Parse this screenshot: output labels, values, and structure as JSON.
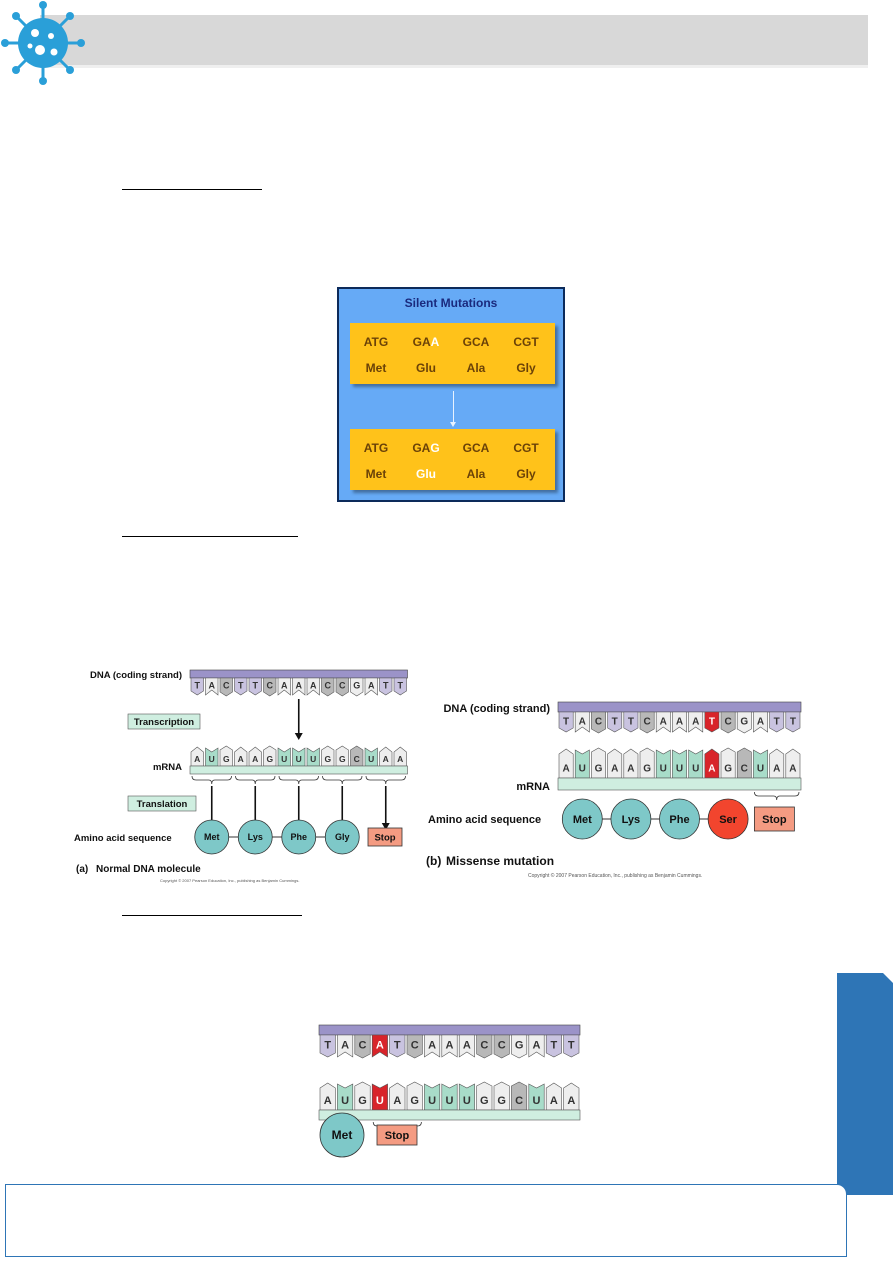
{
  "header": {
    "logo_icon": "virus-icon",
    "bar_color": "#d8d8d8"
  },
  "sections": [
    {
      "id": "silent",
      "heading": ""
    },
    {
      "id": "missense",
      "heading": ""
    },
    {
      "id": "nonsense",
      "heading": ""
    }
  ],
  "silent_figure": {
    "title": "Silent Mutations",
    "before": {
      "codons": [
        "ATG",
        "GAA",
        "GCA",
        "CGT"
      ],
      "amino_acids": [
        "Met",
        "Glu",
        "Ala",
        "Gly"
      ],
      "changed_base": "A"
    },
    "after": {
      "codons": [
        "ATG",
        "GAG",
        "GCA",
        "CGT"
      ],
      "amino_acids": [
        "Met",
        "Glu",
        "Ala",
        "Gly"
      ],
      "changed_base": "G"
    }
  },
  "normal_figure": {
    "dna_label": "DNA (coding strand)",
    "dna": "TACTTCAAACCGATT",
    "transcription_label": "Transcription",
    "mrna_label": "mRNA",
    "mrna": "AUGAAGUUUGGCUAA",
    "translation_label": "Translation",
    "amino_label": "Amino acid sequence",
    "amino_acids": [
      "Met",
      "Lys",
      "Phe",
      "Gly"
    ],
    "stop_label": "Stop",
    "caption_letter": "(a)",
    "caption": "Normal DNA molecule",
    "copyright": "Copyright © 2007 Pearson Education, Inc., publishing as Benjamin Cummings."
  },
  "missense_figure": {
    "dna_label": "DNA (coding strand)",
    "dna": "TACTTCAAATCGATT",
    "mutated_index": 9,
    "mrna_label": "mRNA",
    "mrna": "AUGAAGUUUAGCUAA",
    "amino_label": "Amino acid sequence",
    "amino_acids": [
      "Met",
      "Lys",
      "Phe",
      "Ser"
    ],
    "stop_label": "Stop",
    "caption_letter": "(b)",
    "caption": "Missense mutation",
    "copyright": "Copyright © 2007 Pearson Education, Inc., publishing as Benjamin Cummings."
  },
  "nonsense_figure": {
    "dna": "TACATCAAACCGATT",
    "mutated_index": 3,
    "mrna": "AUGUAGUUUGGCUAA",
    "amino_acids": [
      "Met"
    ],
    "stop_label": "Stop"
  },
  "colors": {
    "purple_base": "#c9c3e0",
    "green_base": "#a8dcc9",
    "gray_base": "#b8b8b8",
    "light_base": "#eeeeee",
    "mutation_red": "#d8242a",
    "amino_teal": "#7ec8c8",
    "stop_salmon": "#f49b82",
    "label_green": "#cfeee0",
    "strand_purple": "#9b93c8",
    "ser_red": "#f2452e"
  }
}
